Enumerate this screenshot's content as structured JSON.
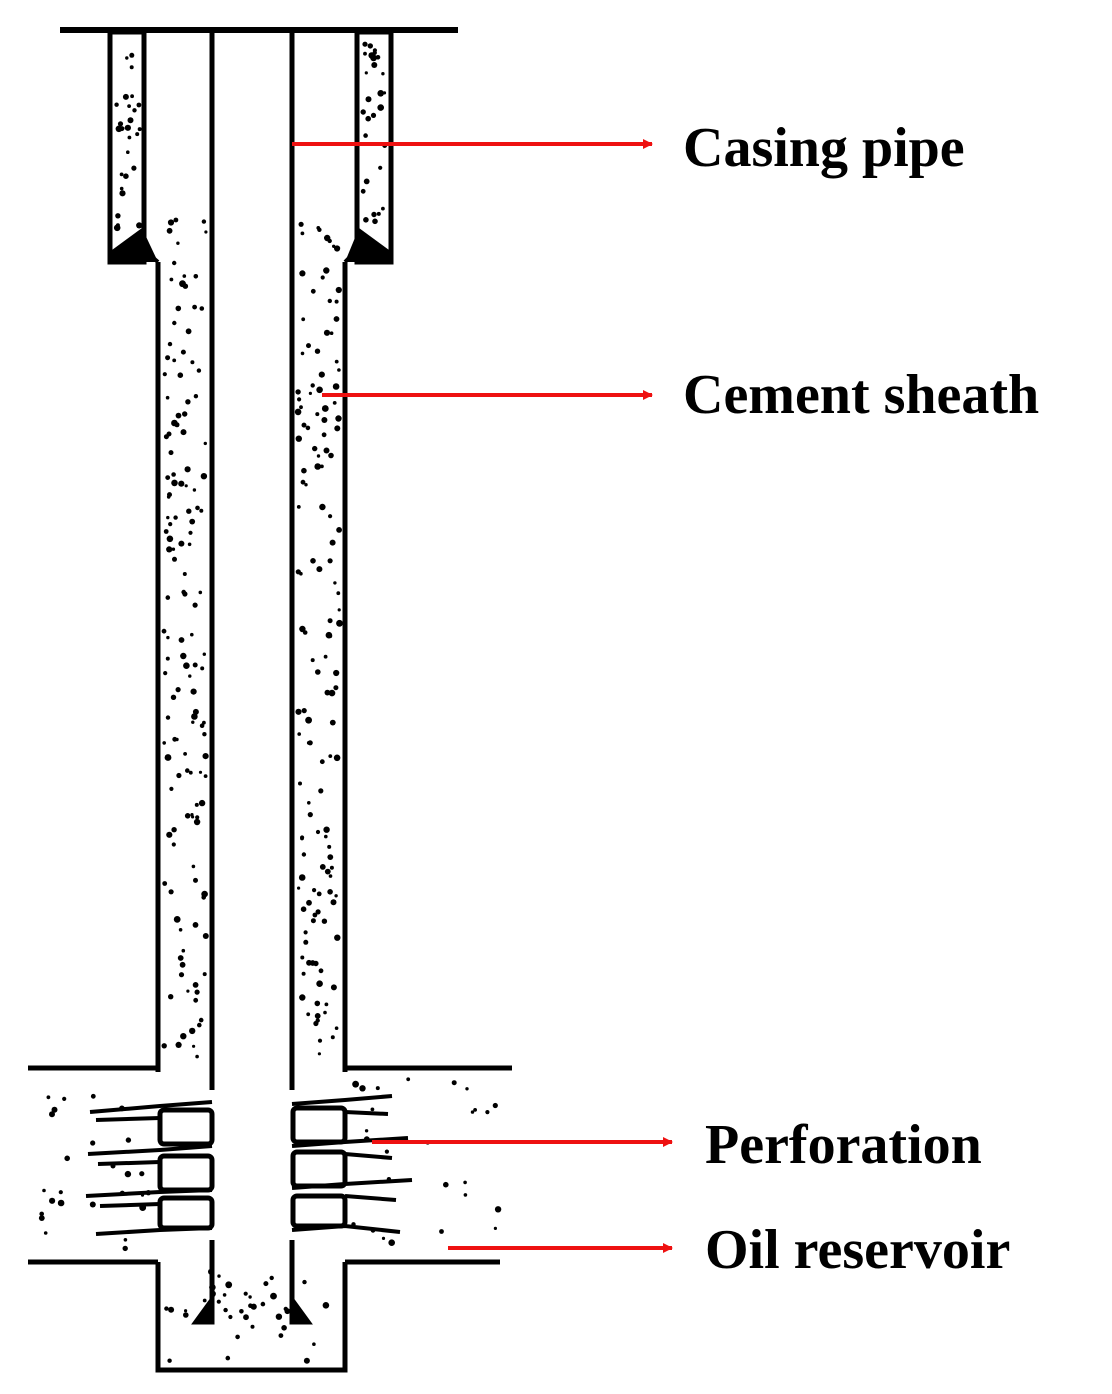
{
  "labels": {
    "casing_pipe": "Casing pipe",
    "cement_sheath": "Cement sheath",
    "perforation": "Perforation",
    "oil_reservoir": "Oil reservoir"
  },
  "colors": {
    "line": "#000000",
    "arrow": "#ee1111",
    "background": "#ffffff"
  }
}
